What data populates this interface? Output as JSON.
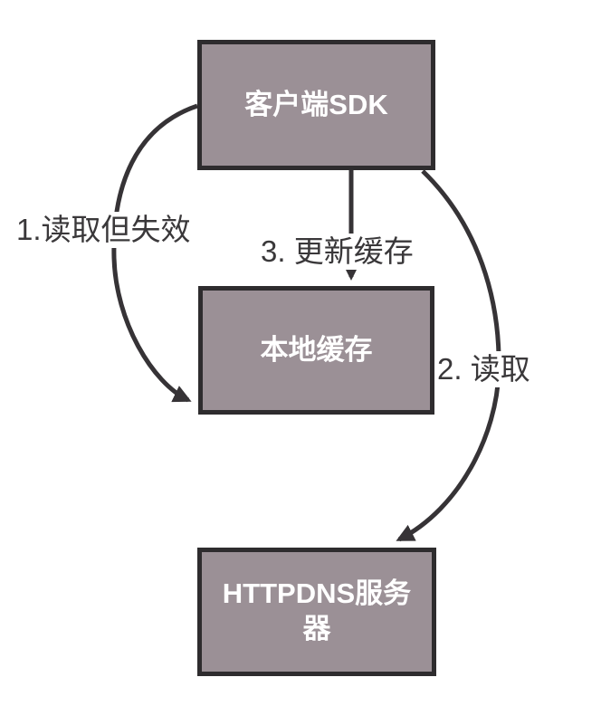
{
  "diagram": {
    "type": "flow-diagram",
    "nodes": [
      {
        "id": "client-sdk",
        "label": "客户端SDK"
      },
      {
        "id": "local-cache",
        "label": "本地缓存"
      },
      {
        "id": "httpdns-server",
        "label": "HTTPDNS服务器"
      }
    ],
    "edges": [
      {
        "id": "edge-1",
        "label": "1.读取但失效",
        "from": "client-sdk",
        "to": "local-cache",
        "shape": "curve-left"
      },
      {
        "id": "edge-2",
        "label": "2. 读取",
        "from": "client-sdk",
        "to": "httpdns-server",
        "shape": "curve-right"
      },
      {
        "id": "edge-3",
        "label": "3. 更新缓存",
        "from": "client-sdk",
        "to": "local-cache",
        "shape": "straight-down"
      }
    ],
    "colors": {
      "background": "#ffffff",
      "node_fill": "#9b9096",
      "node_border": "#2e2c2e",
      "node_text": "#ffffff",
      "arrow": "#363336",
      "label_text": "#3a383a"
    }
  }
}
